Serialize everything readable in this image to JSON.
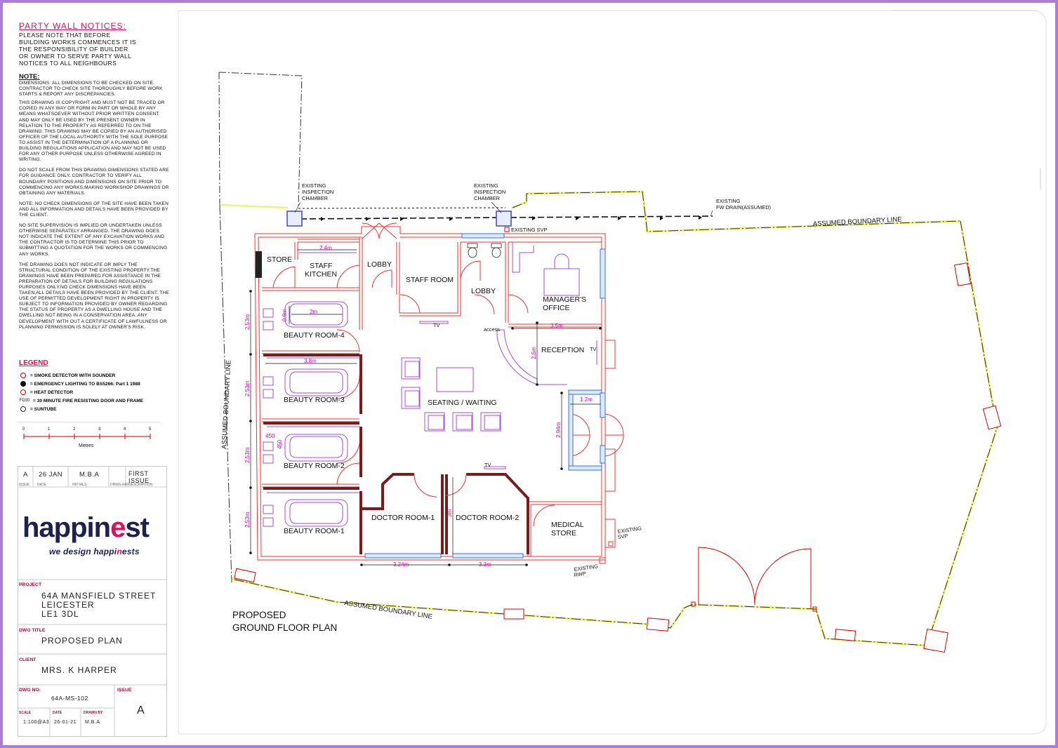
{
  "party_wall": {
    "title": "PARTY WALL NOTICES:",
    "text": "PLEASE NOTE THAT BEFORE BUILDING WORKS COMMENCES IT IS THE RESPONSIBILITY OF BUILDER OR OWNER TO SERVE PARTY WALL NOTICES TO ALL NEIGHBOURS"
  },
  "note": {
    "title": "NOTE:",
    "paragraphs": [
      "DIMENSIONS: ALL DIMENSIONS TO BE CHECKED ON SITE. CONTRACTOR TO CHECK SITE THOROUGHLY BEFORE WORK STARTS & REPORT ANY DISCREPANCIES.",
      "THIS DRAWING IS COPYRIGHT AND MUST NOT BE TRACED OR COPIED IN ANY WAY OR FORM IN PART OR WHOLE BY ANY MEANS WHATSOEVER WITHOUT PRIOR WRITTEN CONSENT AND MAY ONLY BE USED BY THE PRESENT OWNER IN RELATION TO THE PROPERTY AS REFERRED TO ON THE DRAWING. THIS DRAWING MAY BE COPIED BY AN AUTHORISED OFFICER OF THE LOCAL AUTHORITY WITH THE SOLE PURPOSE TO ASSIST IN THE DETERMINATION OF A PLANNING OR BUILDING REGULATIONS APPLICATION AND MAY NOT BE USED FOR ANY OTHER PURPOSE UNLESS OTHERWISE AGREED IN WRITING.",
      "DO NOT SCALE FROM THIS DRAWING.DIMENSIONS STATED ARE FOR GUIDANCE ONLY. CONTRACTOR TO VERIFY ALL BOUNDARY POSITIONS AND DIMENSIONS ON SITE PRIOR TO COMMENCING ANY WORKS,MAKING WORKSHOP DRAWINGS OR OBTAINING ANY MATERIALS.",
      "NOTE: NO CHECK DIMENSIONS OF THE SITE HAVE BEEN TAKEN AND ALL INFORMATION AND DETAILS HAVE BEEN PROVIDED BY THE CLIENT.",
      "NO SITE SUPERVISION IS IMPLIED OR UNDERTAKEN UNLESS OTHERWISE SEPARATELY ARRANGED. THE DRAWING DOES NOT INDICATE THE EXTENT OF ANY EXCAVATION WORKS AND THE CONTRACTOR IS TO DETERMINE THIS PRIOR TO SUBMITTING A QUOTATION FOR THE WORKS OR COMMENCING ANY WORKS.",
      "THE DRAWING DOES NOT INDICATE OR IMPLY THE STRUCTURAL CONDITION OF THE EXISTING PROPERTY.THE DRAWINGS HAVE BEEN PREPARED FOR ASSISTANCE IN THE PREPARATION OF DETAILS FOR BUILDING REGULATIONS PURPOSES ONLY.NO CHECK DIMENSIONS HAVE BEEN TAKEN,ALL DETAILS HAVE BEEN PROVIDED BY THE CLIENT. THE USE OF PERMITTED DEVELOPMENT RIGHT IN PROPERTY IS SUBJECT TO INFORMATION PROVIDED BY OWNER REGARDING THE STATUS OF PROPERTY AS A DWELLING HOUSE AND THE DWELLING NOT BEING IN A CONSERVATION AREA. ANY DEVELOPMENT WITH OUT A CERTIFICATE OF LAWFULNESS OR PLANNING PERMISSION IS SOLELY AT OWNER'S RISK."
    ]
  },
  "legend": {
    "title": "LEGEND",
    "items": [
      {
        "symbol": "SD",
        "label": "= SMOKE DETECTOR WITH SOUNDER"
      },
      {
        "symbol": "",
        "label": "= EMERGENCY LIGHTING TO BS5266: Part 1 1988"
      },
      {
        "symbol": "HD",
        "label": "= HEAT DETECTOR"
      },
      {
        "symbol": "FD30",
        "label": "= 30 MINUTE FIRE RESISTING DOOR AND FRAME"
      },
      {
        "symbol": "ST",
        "label": "= SUNTUBE"
      }
    ]
  },
  "scale_bar": {
    "ticks": [
      "0",
      "1",
      "2",
      "3",
      "4",
      "5"
    ],
    "unit": "Metres"
  },
  "revision": {
    "issue": "A",
    "date": "26 JAN",
    "initials": "M.B.A",
    "description": "FIRST ISSUE",
    "headers": [
      "ISSUE",
      "DATE",
      "INITIALS",
      "DRWG REF",
      "DESCRIPTION"
    ]
  },
  "logo": {
    "word_start": "happin",
    "word_i": "e",
    "word_end": "st",
    "tag_start": "we design happi",
    "tag_n": "n",
    "tag_end": "ests"
  },
  "title_block": {
    "project_label": "PROJECT",
    "project_lines": [
      "64A MANSFIELD STREET",
      "LEICESTER",
      "LE1 3DL"
    ],
    "dwg_title_label": "DWG TITLE",
    "dwg_title": "PROPOSED PLAN",
    "client_label": "CLIENT",
    "client": "MRS. K HARPER",
    "dwg_no_label": "DWG NO:",
    "dwg_no": "64A-MS-102",
    "issue_label": "ISSUE",
    "issue": "A",
    "scale_label": "SCALE",
    "scale": "1:100@A3",
    "date_label": "DATE",
    "date": "26-01-21",
    "drawn_by_label": "DRAWN BY",
    "drawn_by": "M.B.A"
  },
  "plan": {
    "title_line1": "PROPOSED",
    "title_line2": "GROUND FLOOR PLAN",
    "rooms": {
      "store": "STORE",
      "staff_kitchen_1": "STAFF",
      "staff_kitchen_2": "KITCHEN",
      "lobby_1": "LOBBY",
      "staff_room": "STAFF ROOM",
      "lobby_2": "LOBBY",
      "managers_office_1": "MANAGER'S",
      "managers_office_2": "OFFICE",
      "reception": "RECEPTION",
      "beauty_4": "BEAUTY ROOM-4",
      "beauty_3": "BEAUTY ROOM-3",
      "beauty_2": "BEAUTY ROOM-2",
      "beauty_1": "BEAUTY ROOM-1",
      "seating": "SEATING / WAITING",
      "doctor_1": "DOCTOR ROOM-1",
      "doctor_2": "DOCTOR ROOM-2",
      "medical_store_1": "MEDICAL",
      "medical_store_2": "STORE"
    },
    "annotations": {
      "existing": "EXISTING",
      "inspection": "INSPECTION",
      "chamber": "CHAMBER",
      "fw_drain": "FW DRAIN(ASSUMED)",
      "existing_svp": "EXISTING SVP",
      "svp": "SVP",
      "rwp": "RWP",
      "access": "access",
      "tv": "TV",
      "boundary": "ASSUMED BOUNDARY LINE"
    },
    "dimensions": {
      "d_2_4": "2.4m",
      "d_2": "2m",
      "d_0_9": "0.9m",
      "d_3_5": "3.5m",
      "d_2_5": "2.5m",
      "d_3_8": "3.8m",
      "d_1_2": "1.2m",
      "d_2_94": "2.94m",
      "d_2_53": "2.53m",
      "d_450": "450",
      "d_3_24": "3.24m",
      "d_3_3": "3.3m",
      "d_3": "3m"
    }
  }
}
